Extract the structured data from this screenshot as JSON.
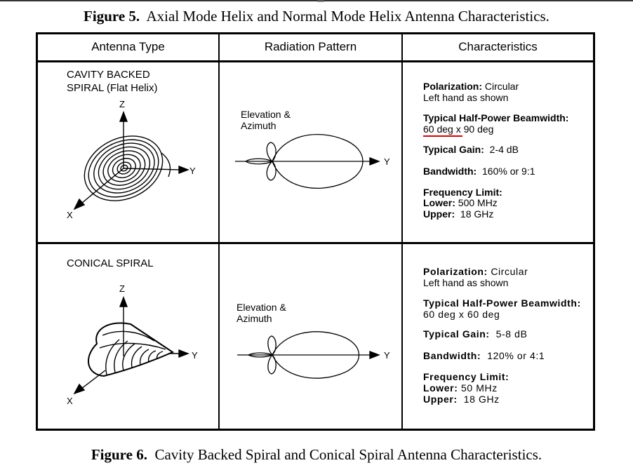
{
  "figure_top": {
    "number": "Figure 5.",
    "title": "Axial Mode Helix and Normal Mode Helix Antenna Characteristics."
  },
  "figure_bottom": {
    "number": "Figure 6.",
    "title": "Cavity Backed Spiral and Conical Spiral Antenna Characteristics."
  },
  "table": {
    "headers": {
      "antenna_type": "Antenna Type",
      "radiation_pattern": "Radiation Pattern",
      "characteristics": "Characteristics"
    },
    "rows": [
      {
        "name_line1": "CAVITY BACKED",
        "name_line2": "SPIRAL (Flat Helix)",
        "axes": {
          "z": "Z",
          "y": "Y",
          "x": "X"
        },
        "pattern_label_line1": "Elevation &",
        "pattern_label_line2": "Azimuth",
        "pattern_axis": "Y",
        "characteristics": {
          "polarization_label": "Polarization:",
          "polarization_value": "Circular",
          "polarization_note": "Left hand as shown",
          "beamwidth_label": "Typical Half-Power Beamwidth:",
          "beamwidth_highlight": "60 deg",
          "beamwidth_rest": "x 90 deg",
          "gain_label": "Typical Gain:",
          "gain_value": "2-4 dB",
          "bandwidth_label": "Bandwidth:",
          "bandwidth_value": "160%  or 9:1",
          "freq_label": "Frequency Limit:",
          "lower_label": "Lower:",
          "lower_value": "500  MHz",
          "upper_label": "Upper:",
          "upper_value": "18 GHz"
        }
      },
      {
        "name_line1": "CONICAL SPIRAL",
        "axes": {
          "z": "Z",
          "y": "Y",
          "x": "X"
        },
        "pattern_label_line1": "Elevation &",
        "pattern_label_line2": "Azimuth",
        "pattern_axis": "Y",
        "characteristics": {
          "polarization_label": "Polarization:",
          "polarization_value": "Circular",
          "polarization_note": "Left hand as shown",
          "beamwidth_label": "Typical Half-Power Beamwidth:",
          "beamwidth_value": "60 deg x 60 deg",
          "gain_label": "Typical Gain:",
          "gain_value": "5-8 dB",
          "bandwidth_label": "Bandwidth:",
          "bandwidth_value": "120%  or  4:1",
          "freq_label": "Frequency Limit:",
          "lower_label": "Lower:",
          "lower_value": "50 MHz",
          "upper_label": "Upper:",
          "upper_value": "18 GHz"
        }
      }
    ]
  },
  "colors": {
    "annotation_underline": "#e00000"
  }
}
